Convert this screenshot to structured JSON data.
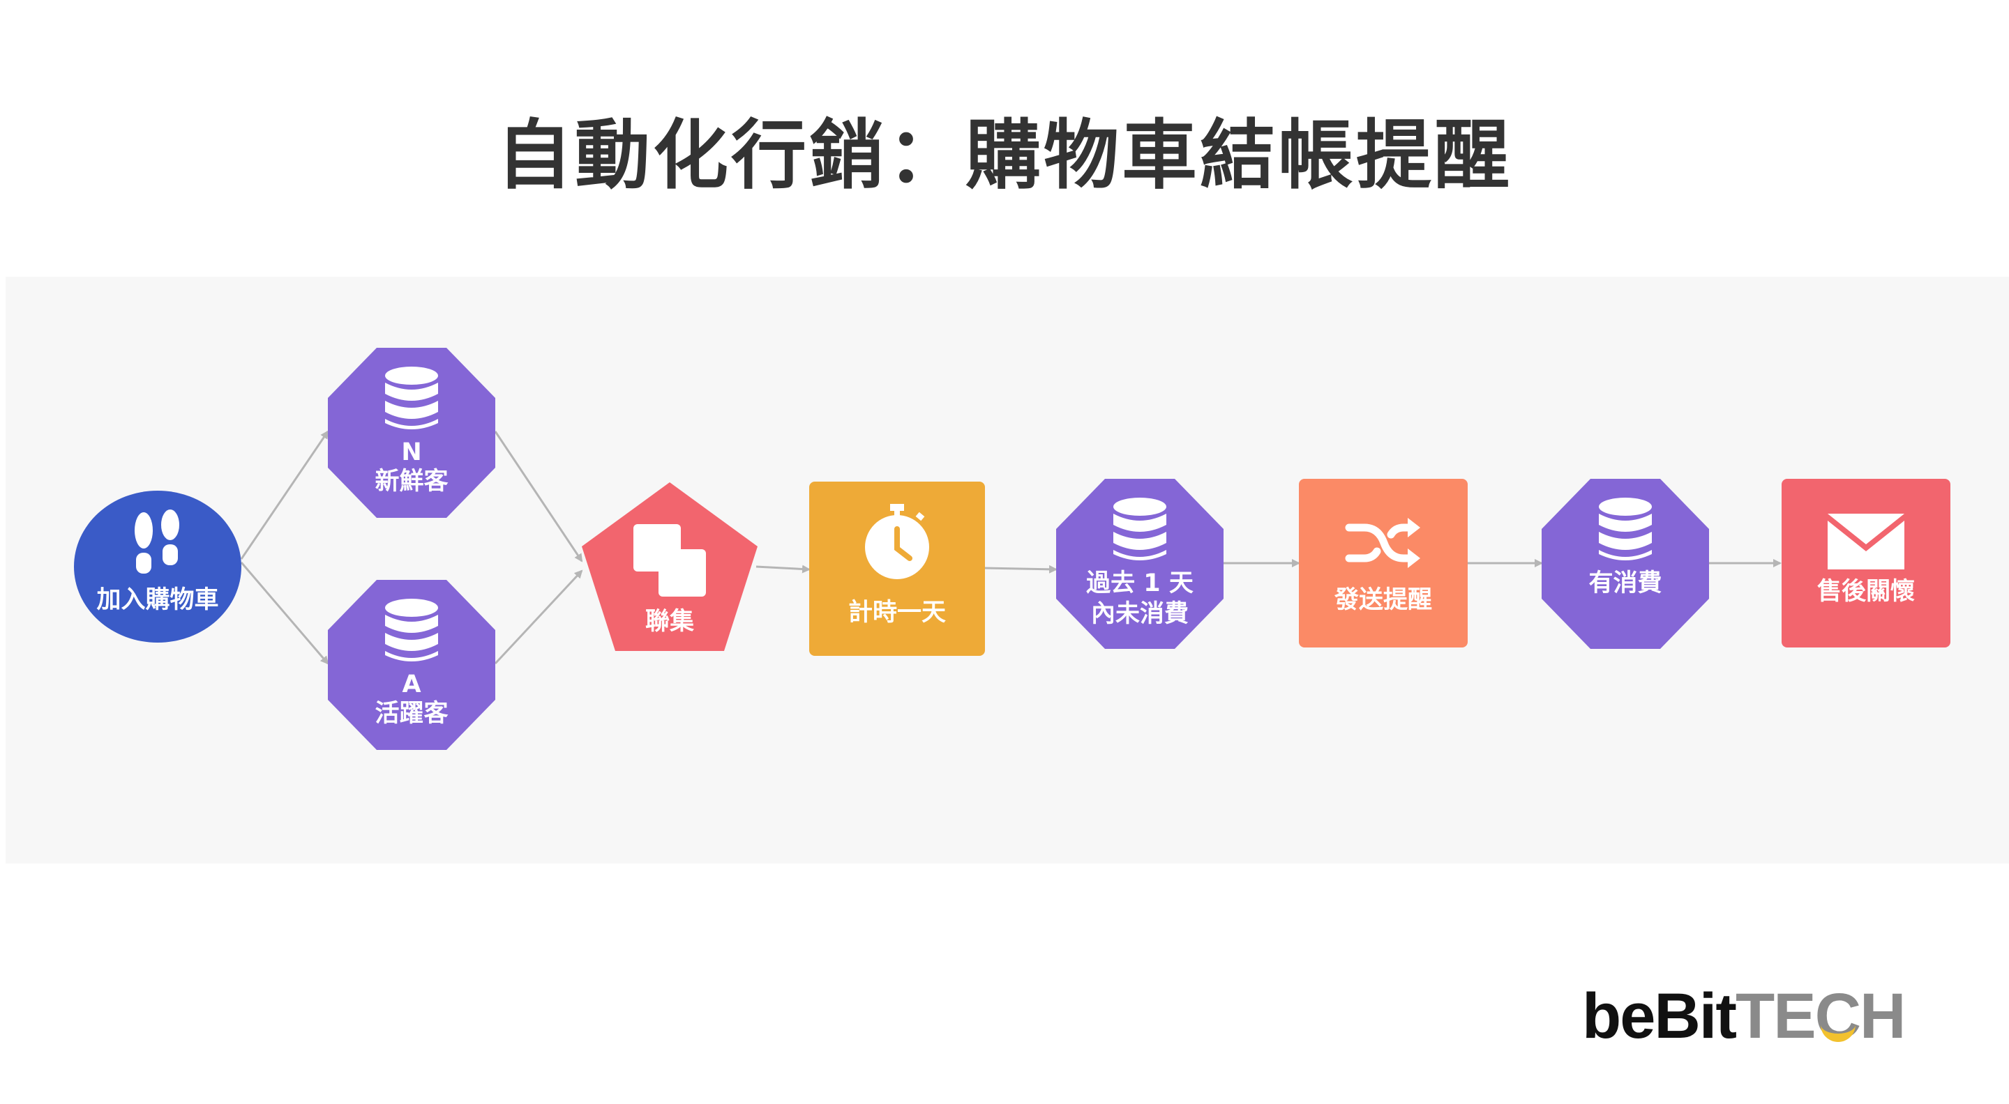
{
  "title": "自動化行銷：購物車結帳提醒",
  "colors": {
    "start_blue": "#3a5bc7",
    "database_purple": "#8466d6",
    "merge_red": "#f2656e",
    "timer_orange": "#eeaa37",
    "shuffle_orange": "#fb8a66",
    "mail_red": "#f2656e",
    "arrow_gray": "#b5b5b5",
    "panel_bg": "#f7f7f7",
    "logo_accent": "#f2c12e"
  },
  "nodes": {
    "start": {
      "label": "加入購物車",
      "icon": "footprints-icon"
    },
    "new_customer": {
      "letter": "N",
      "label": "新鮮客",
      "icon": "database-icon"
    },
    "active_customer": {
      "letter": "A",
      "label": "活躍客",
      "icon": "database-icon"
    },
    "union": {
      "label": "聯集",
      "icon": "union-icon"
    },
    "timer": {
      "label": "計時一天",
      "icon": "stopwatch-icon"
    },
    "no_purchase": {
      "label_line1": "過去 1 天",
      "label_line2": "內未消費",
      "icon": "database-icon"
    },
    "send_reminder": {
      "label": "發送提醒",
      "icon": "shuffle-icon"
    },
    "has_purchase": {
      "label": "有消費",
      "icon": "database-icon"
    },
    "after_sales": {
      "label": "售後關懷",
      "icon": "envelope-icon"
    }
  },
  "logo": {
    "part1": "beBit",
    "part2": "TE",
    "part3": "C",
    "part4": "H"
  }
}
